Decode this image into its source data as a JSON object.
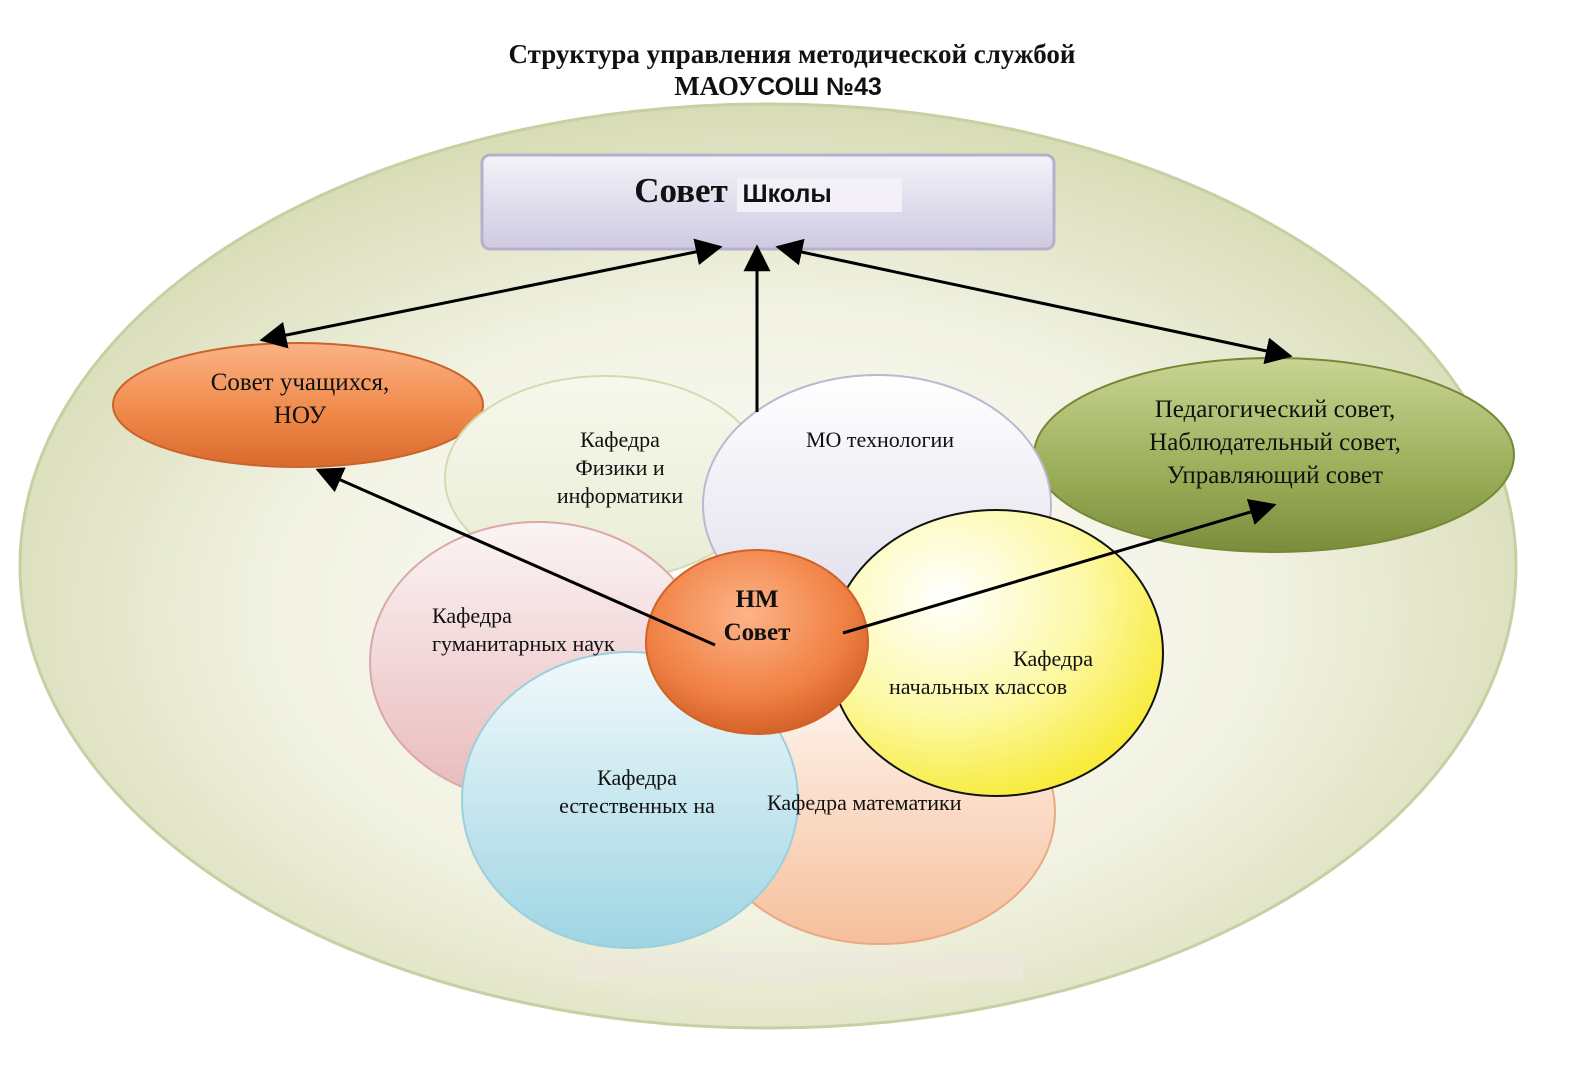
{
  "header": {
    "title_line1": "Структура управления методической службой",
    "title_line2_a": "МАОУ",
    "title_line2_b": "СОШ №43"
  },
  "nodes": {
    "school_council_a": "Совет",
    "school_council_b": "Школы",
    "students_council_line1": "Совет учащихся,",
    "students_council_line2": "НОУ",
    "ped_council_line1": "Педагогический совет,",
    "ped_council_line2": "Наблюдательный совет,",
    "ped_council_line3": "Управляющий совет",
    "physics_line1": "Кафедра",
    "physics_line2": "Физики и",
    "physics_line3": "информатики",
    "tech": "МО технологии",
    "humanities_line1": "Кафедра",
    "humanities_line2": "гуманитарных наук",
    "nm_council_line1": "НМ",
    "nm_council_line2": "Совет",
    "primary_line1": "Кафедра",
    "primary_line2": "начальных классов",
    "natural_line1": "Кафедра",
    "natural_line2": "естественных на",
    "math": "Кафедра математики"
  },
  "colors": {
    "outer_fill": "#e4e7c8",
    "orange": "#f08a4b",
    "olive": "#8ea04a",
    "lavender": "#dcd8ea",
    "yellow": "#fbf58a",
    "pink": "#efcfd0",
    "blue": "#b7e1ec",
    "peach": "#f8cfb4"
  }
}
